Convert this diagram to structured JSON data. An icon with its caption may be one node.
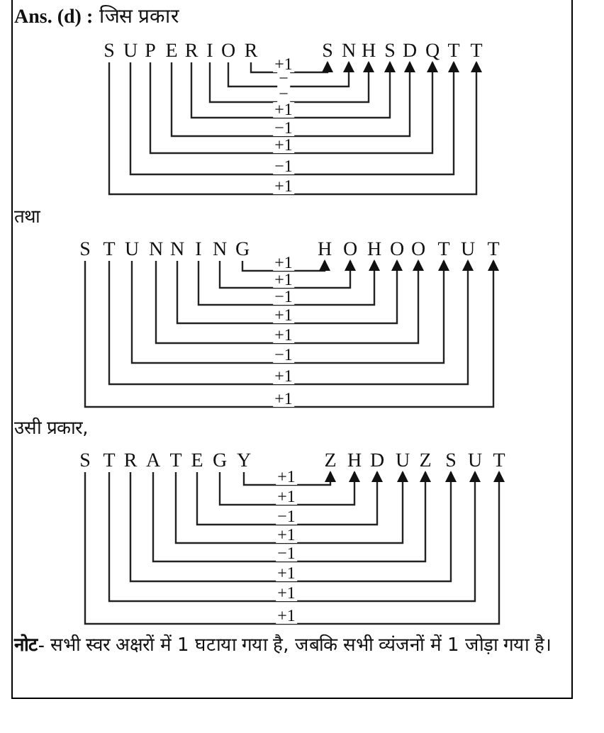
{
  "diagram": {
    "nodes": [
      {
        "text": [
          "S"
        ]
      },
      {
        "text": [
          "U"
        ]
      },
      {
        "text": [
          "P"
        ]
      },
      {
        "text": [
          "E"
        ]
      },
      {
        "text": [
          "R"
        ]
      },
      {
        "text": [
          "I"
        ]
      },
      {
        "text": [
          "O"
        ]
      },
      {
        "text": [
          "R"
        ]
      },
      {
        "text": [
          "S"
        ]
      },
      {
        "text": [
          "N"
        ]
      },
      {
        "text": [
          "H"
        ]
      },
      {
        "text": [
          "S"
        ]
      },
      {
        "text": [
          "D"
        ]
      },
      {
        "text": [
          "Q"
        ]
      },
      {
        "text": [
          "T"
        ]
      },
      {
        "text": [
          "T"
        ]
      },
      {
        "text": [
          "S"
        ]
      },
      {
        "text": [
          "T"
        ]
      },
      {
        "text": [
          "U"
        ]
      },
      {
        "text": [
          "N"
        ]
      },
      {
        "text": [
          "N"
        ]
      },
      {
        "text": [
          "I"
        ]
      },
      {
        "text": [
          "N"
        ]
      },
      {
        "text": [
          "G"
        ]
      },
      {
        "text": [
          "H"
        ]
      },
      {
        "text": [
          "O"
        ]
      },
      {
        "text": [
          "H"
        ]
      },
      {
        "text": [
          "O"
        ]
      },
      {
        "text": [
          "O"
        ]
      },
      {
        "text": [
          "T"
        ]
      },
      {
        "text": [
          "U"
        ]
      },
      {
        "text": [
          "T"
        ]
      },
      {
        "text": [
          "S"
        ]
      },
      {
        "text": [
          "T"
        ]
      },
      {
        "text": [
          "R"
        ]
      },
      {
        "text": [
          "A"
        ]
      },
      {
        "text": [
          "T"
        ]
      },
      {
        "text": [
          "E"
        ]
      },
      {
        "text": [
          "G"
        ]
      },
      {
        "text": [
          "Y"
        ]
      },
      {
        "text": [
          "Z"
        ]
      },
      {
        "text": [
          "H"
        ]
      },
      {
        "text": [
          "D"
        ]
      },
      {
        "text": [
          "U"
        ]
      },
      {
        "text": [
          "Z"
        ]
      },
      {
        "text": [
          "S"
        ]
      },
      {
        "text": [
          "U"
        ]
      },
      {
        "text": [
          "T"
        ]
      }
    ],
    "edges": [
      {
        "from": 7,
        "to": 8,
        "arrow": "to",
        "label": "+1"
      },
      {
        "from": 6,
        "to": 9,
        "arrow": "to",
        "label": "−"
      },
      {
        "from": 5,
        "to": 10,
        "arrow": "to",
        "label": "−"
      },
      {
        "from": 4,
        "to": 11,
        "arrow": "to",
        "label": "+1"
      },
      {
        "from": 3,
        "to": 12,
        "arrow": "to",
        "label": "−1"
      },
      {
        "from": 2,
        "to": 13,
        "arrow": "to",
        "label": "+1"
      },
      {
        "from": 1,
        "to": 14,
        "arrow": "to",
        "label": "−1"
      },
      {
        "from": 0,
        "to": 15,
        "arrow": "to",
        "label": "+1"
      },
      {
        "from": 23,
        "to": 24,
        "arrow": "to",
        "label": "+1"
      },
      {
        "from": 22,
        "to": 25,
        "arrow": "to",
        "label": "+1"
      },
      {
        "from": 21,
        "to": 26,
        "arrow": "to",
        "label": "−1"
      },
      {
        "from": 20,
        "to": 27,
        "arrow": "to",
        "label": "+1"
      },
      {
        "from": 19,
        "to": 28,
        "arrow": "to",
        "label": "+1"
      },
      {
        "from": 18,
        "to": 29,
        "arrow": "to",
        "label": "−1"
      },
      {
        "from": 17,
        "to": 30,
        "arrow": "to",
        "label": "+1"
      },
      {
        "from": 16,
        "to": 31,
        "arrow": "to",
        "label": "+1"
      },
      {
        "from": 39,
        "to": 40,
        "arrow": "to",
        "label": "+1"
      },
      {
        "from": 38,
        "to": 41,
        "arrow": "to",
        "label": "+1"
      },
      {
        "from": 37,
        "to": 42,
        "arrow": "to",
        "label": "−1"
      },
      {
        "from": 36,
        "to": 43,
        "arrow": "to",
        "label": "+1"
      },
      {
        "from": 35,
        "to": 44,
        "arrow": "to",
        "label": "−1"
      },
      {
        "from": 34,
        "to": 45,
        "arrow": "to",
        "label": "+1"
      },
      {
        "from": 33,
        "to": 46,
        "arrow": "to",
        "label": "+1"
      },
      {
        "from": 32,
        "to": 47,
        "arrow": "to",
        "label": "+1"
      }
    ],
    "labels": [
      "**Ans. (d) :** जिस प्रकार",
      "तथा",
      "उसी प्रकार,",
      "**नोट-** सभी स्वर अक्षरों में 1 घटाया गया है, जबकि सभी व्यंजनों में 1 जोड़ा गया है।"
    ]
  }
}
